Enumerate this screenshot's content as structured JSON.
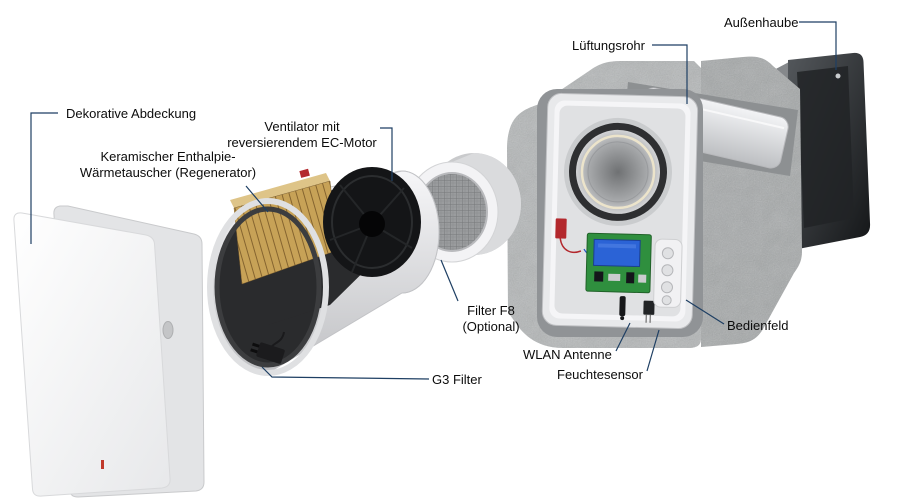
{
  "figure": {
    "labels": {
      "dekorative_abdeckung": {
        "text": "Dekorative Abdeckung"
      },
      "waermetauscher": {
        "line1": "Keramischer Enthalpie-",
        "line2": "Wärmetauscher (Regenerator)"
      },
      "ventilator": {
        "line1": "Ventilator mit",
        "line2": "reversierendem EC-Motor"
      },
      "lueftungsrohr": {
        "text": "Lüftungsrohr"
      },
      "aussenhaube": {
        "text": "Außenhaube"
      },
      "filter_f8": {
        "line1": "Filter F8",
        "line2": "(Optional)"
      },
      "g3_filter": {
        "text": "G3 Filter"
      },
      "wlan_antenne": {
        "text": "WLAN Antenne"
      },
      "feuchtesensor": {
        "text": "Feuchtesensor"
      },
      "bedienfeld": {
        "text": "Bedienfeld"
      }
    },
    "colors": {
      "leader_line": "#1e3f63",
      "label_text": "#0c0c0c",
      "ceramic_tan": "#c7a257",
      "pcb_green": "#2f8f3e",
      "display_blue": "#2b63d6",
      "accent_red": "#b3282d",
      "concrete_gray": "#b5b8b9"
    }
  }
}
